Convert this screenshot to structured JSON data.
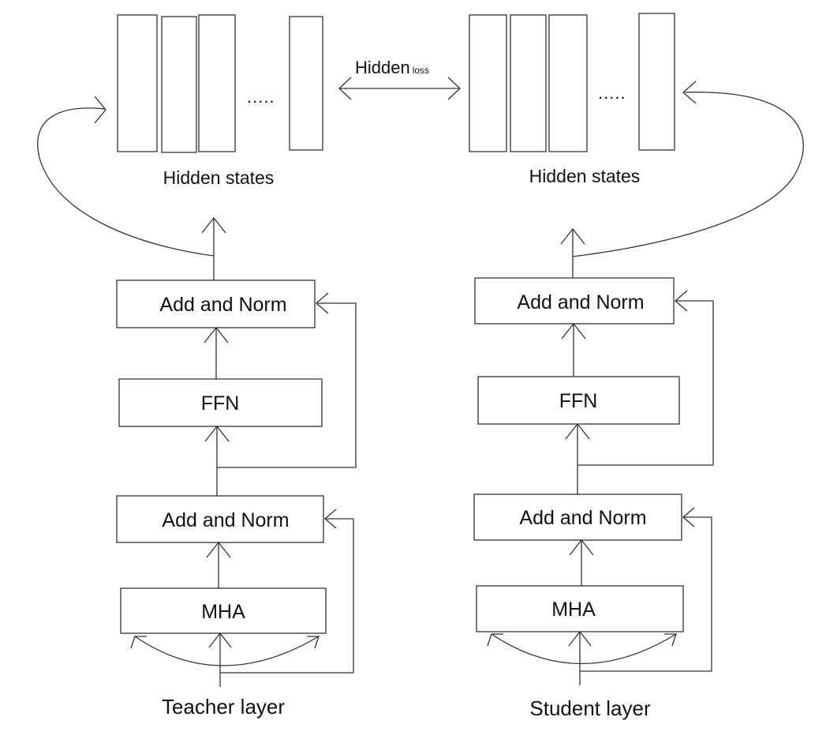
{
  "teacher": {
    "layer_label": "Teacher layer",
    "hidden_states_label": "Hidden states",
    "ellipsis": ".....",
    "boxes": {
      "add_norm_top": "Add and Norm",
      "ffn": "FFN",
      "add_norm_bottom": "Add and Norm",
      "mha": "MHA"
    }
  },
  "student": {
    "layer_label": "Student layer",
    "hidden_states_label": "Hidden states",
    "ellipsis": ".....",
    "boxes": {
      "add_norm_top": "Add and Norm",
      "ffn": "FFN",
      "add_norm_bottom": "Add and Norm",
      "mha": "MHA"
    }
  },
  "loss": {
    "main": "Hidden",
    "sub": "loss"
  },
  "colors": {
    "stroke": "#333333",
    "text": "#111111",
    "background": "#ffffff"
  }
}
